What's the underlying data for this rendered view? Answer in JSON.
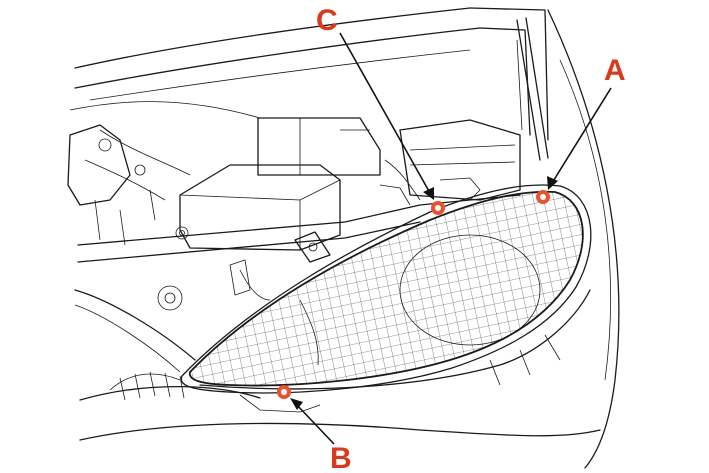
{
  "figure": {
    "callouts": [
      {
        "id": "A",
        "label": "A"
      },
      {
        "id": "B",
        "label": "B"
      },
      {
        "id": "C",
        "label": "C"
      }
    ],
    "colors": {
      "callout": "#d9391c",
      "line": "#1a1a1a",
      "background": "#ffffff"
    }
  }
}
